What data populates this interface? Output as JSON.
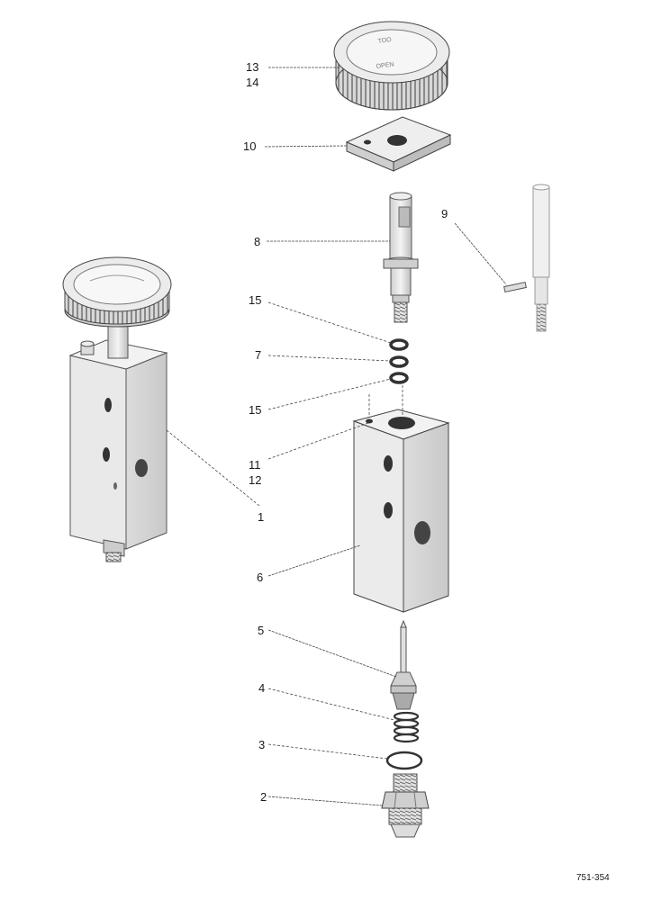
{
  "diagram": {
    "callouts": [
      {
        "id": "c13",
        "text": "13"
      },
      {
        "id": "c14",
        "text": "14"
      },
      {
        "id": "c10",
        "text": "10"
      },
      {
        "id": "c8",
        "text": "8"
      },
      {
        "id": "c9",
        "text": "9"
      },
      {
        "id": "c15a",
        "text": "15"
      },
      {
        "id": "c7",
        "text": "7"
      },
      {
        "id": "c15b",
        "text": "15"
      },
      {
        "id": "c11",
        "text": "11"
      },
      {
        "id": "c12",
        "text": "12"
      },
      {
        "id": "c1",
        "text": "1"
      },
      {
        "id": "c6",
        "text": "6"
      },
      {
        "id": "c5",
        "text": "5"
      },
      {
        "id": "c4",
        "text": "4"
      },
      {
        "id": "c3",
        "text": "3"
      },
      {
        "id": "c2",
        "text": "2"
      }
    ],
    "drawing_ref": "751-354"
  }
}
